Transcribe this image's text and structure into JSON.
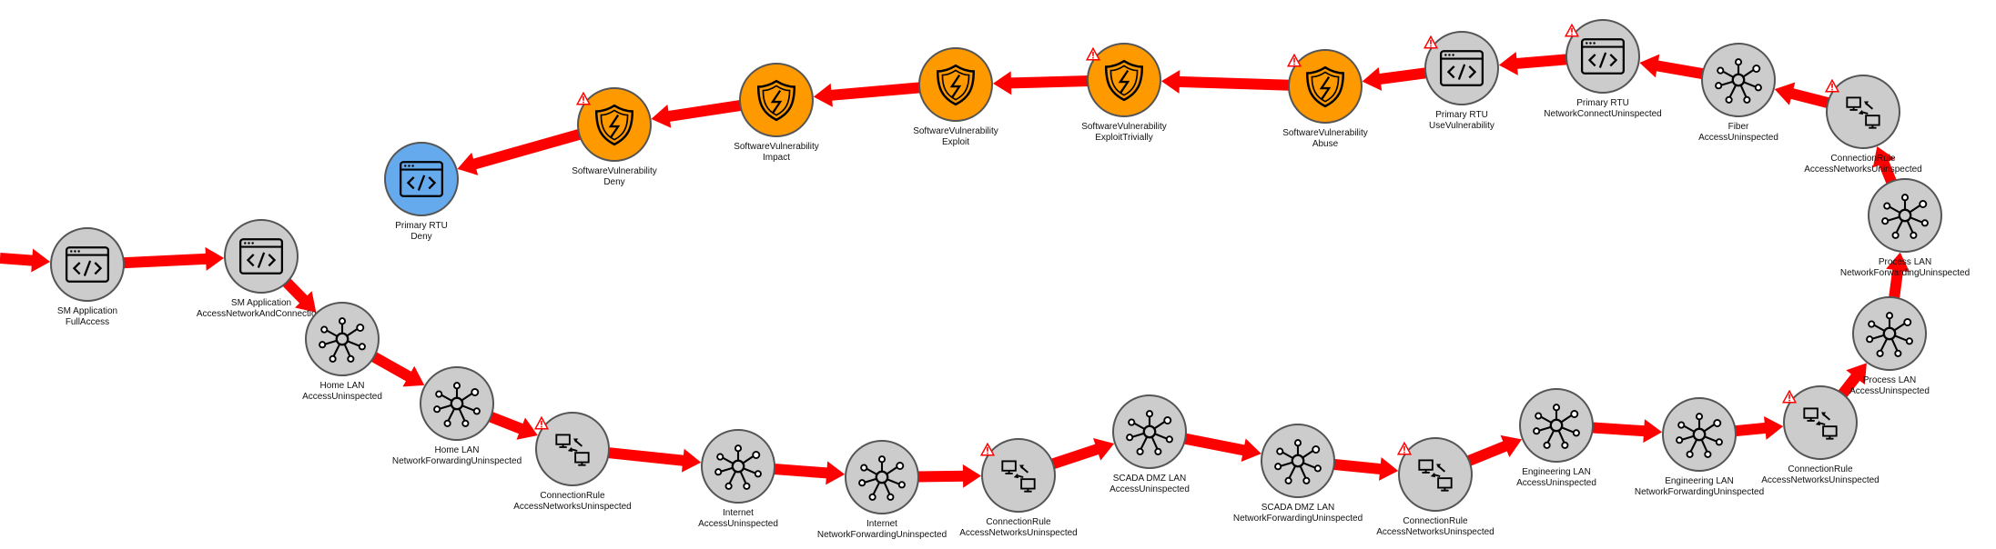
{
  "colors": {
    "edge": "#ff0000",
    "node_default": "#cccccc",
    "node_vuln": "#ff9900",
    "node_target": "#66aaee",
    "warning": "#ff0000"
  },
  "nodes": [
    {
      "id": "sm-app-full",
      "line1": "SM Application",
      "line2": "FullAccess",
      "icon": "code-window-icon",
      "style": "default",
      "warn": false
    },
    {
      "id": "sm-app-access",
      "line1": "SM Application",
      "line2": "AccessNetworkAndConnections",
      "icon": "code-window-icon",
      "style": "default",
      "warn": false
    },
    {
      "id": "home-lan-access",
      "line1": "Home LAN",
      "line2": "AccessUninspected",
      "icon": "network-hub-icon",
      "style": "default",
      "warn": false
    },
    {
      "id": "home-lan-fwd",
      "line1": "Home LAN",
      "line2": "NetworkForwardingUninspected",
      "icon": "network-hub-icon",
      "style": "default",
      "warn": false
    },
    {
      "id": "conn-rule-1",
      "line1": "ConnectionRule",
      "line2": "AccessNetworksUninspected",
      "icon": "connection-rule-icon",
      "style": "default",
      "warn": true
    },
    {
      "id": "internet-access",
      "line1": "Internet",
      "line2": "AccessUninspected",
      "icon": "network-hub-icon",
      "style": "default",
      "warn": false
    },
    {
      "id": "internet-fwd",
      "line1": "Internet",
      "line2": "NetworkForwardingUninspected",
      "icon": "network-hub-icon",
      "style": "default",
      "warn": false
    },
    {
      "id": "conn-rule-2",
      "line1": "ConnectionRule",
      "line2": "AccessNetworksUninspected",
      "icon": "connection-rule-icon",
      "style": "default",
      "warn": true
    },
    {
      "id": "scada-dmz-access",
      "line1": "SCADA DMZ LAN",
      "line2": "AccessUninspected",
      "icon": "network-hub-icon",
      "style": "default",
      "warn": false
    },
    {
      "id": "scada-dmz-fwd",
      "line1": "SCADA DMZ LAN",
      "line2": "NetworkForwardingUninspected",
      "icon": "network-hub-icon",
      "style": "default",
      "warn": false
    },
    {
      "id": "conn-rule-3",
      "line1": "ConnectionRule",
      "line2": "AccessNetworksUninspected",
      "icon": "connection-rule-icon",
      "style": "default",
      "warn": true
    },
    {
      "id": "eng-lan-access",
      "line1": "Engineering LAN",
      "line2": "AccessUninspected",
      "icon": "network-hub-icon",
      "style": "default",
      "warn": false
    },
    {
      "id": "eng-lan-fwd",
      "line1": "Engineering LAN",
      "line2": "NetworkForwardingUninspected",
      "icon": "network-hub-icon",
      "style": "default",
      "warn": false
    },
    {
      "id": "conn-rule-4",
      "line1": "ConnectionRule",
      "line2": "AccessNetworksUninspected",
      "icon": "connection-rule-icon",
      "style": "default",
      "warn": true
    },
    {
      "id": "process-lan-access",
      "line1": "Process LAN",
      "line2": "AccessUninspected",
      "icon": "network-hub-icon",
      "style": "default",
      "warn": false
    },
    {
      "id": "process-lan-fwd",
      "line1": "Process LAN",
      "line2": "NetworkForwardingUninspected",
      "icon": "network-hub-icon",
      "style": "default",
      "warn": false
    },
    {
      "id": "conn-rule-5",
      "line1": "ConnectionRule",
      "line2": "AccessNetworksUninspected",
      "icon": "connection-rule-icon",
      "style": "default",
      "warn": true
    },
    {
      "id": "fiber-access",
      "line1": "Fiber",
      "line2": "AccessUninspected",
      "icon": "network-hub-icon",
      "style": "default",
      "warn": false
    },
    {
      "id": "rtu-netconnect",
      "line1": "Primary RTU",
      "line2": "NetworkConnectUninspected",
      "icon": "code-window-icon",
      "style": "default",
      "warn": true
    },
    {
      "id": "rtu-usevuln",
      "line1": "Primary RTU",
      "line2": "UseVulnerability",
      "icon": "code-window-icon",
      "style": "default",
      "warn": true
    },
    {
      "id": "sv-abuse",
      "line1": "SoftwareVulnerability",
      "line2": "Abuse",
      "icon": "shield-icon",
      "style": "vuln",
      "warn": true
    },
    {
      "id": "sv-exploit-trivially",
      "line1": "SoftwareVulnerability",
      "line2": "ExploitTrivially",
      "icon": "shield-icon",
      "style": "vuln",
      "warn": true
    },
    {
      "id": "sv-exploit",
      "line1": "SoftwareVulnerability",
      "line2": "Exploit",
      "icon": "shield-icon",
      "style": "vuln",
      "warn": false
    },
    {
      "id": "sv-impact",
      "line1": "SoftwareVulnerability",
      "line2": "Impact",
      "icon": "shield-icon",
      "style": "vuln",
      "warn": false
    },
    {
      "id": "sv-deny",
      "line1": "SoftwareVulnerability",
      "line2": "Deny",
      "icon": "shield-icon",
      "style": "vuln",
      "warn": true
    },
    {
      "id": "rtu-deny",
      "line1": "Primary RTU",
      "line2": "Deny",
      "icon": "code-window-icon",
      "style": "target",
      "warn": false
    }
  ],
  "edges": [
    [
      "entry",
      "sm-app-full"
    ],
    [
      "sm-app-full",
      "sm-app-access"
    ],
    [
      "sm-app-access",
      "home-lan-access"
    ],
    [
      "home-lan-access",
      "home-lan-fwd"
    ],
    [
      "home-lan-fwd",
      "conn-rule-1"
    ],
    [
      "conn-rule-1",
      "internet-access"
    ],
    [
      "internet-access",
      "internet-fwd"
    ],
    [
      "internet-fwd",
      "conn-rule-2"
    ],
    [
      "conn-rule-2",
      "scada-dmz-access"
    ],
    [
      "scada-dmz-access",
      "scada-dmz-fwd"
    ],
    [
      "scada-dmz-fwd",
      "conn-rule-3"
    ],
    [
      "conn-rule-3",
      "eng-lan-access"
    ],
    [
      "eng-lan-access",
      "eng-lan-fwd"
    ],
    [
      "eng-lan-fwd",
      "conn-rule-4"
    ],
    [
      "conn-rule-4",
      "process-lan-access"
    ],
    [
      "process-lan-access",
      "process-lan-fwd"
    ],
    [
      "process-lan-fwd",
      "conn-rule-5"
    ],
    [
      "conn-rule-5",
      "fiber-access"
    ],
    [
      "fiber-access",
      "rtu-netconnect"
    ],
    [
      "rtu-netconnect",
      "rtu-usevuln"
    ],
    [
      "rtu-usevuln",
      "sv-abuse"
    ],
    [
      "sv-abuse",
      "sv-exploit-trivially"
    ],
    [
      "sv-exploit-trivially",
      "sv-exploit"
    ],
    [
      "sv-exploit",
      "sv-impact"
    ],
    [
      "sv-impact",
      "sv-deny"
    ],
    [
      "sv-deny",
      "rtu-deny"
    ]
  ]
}
